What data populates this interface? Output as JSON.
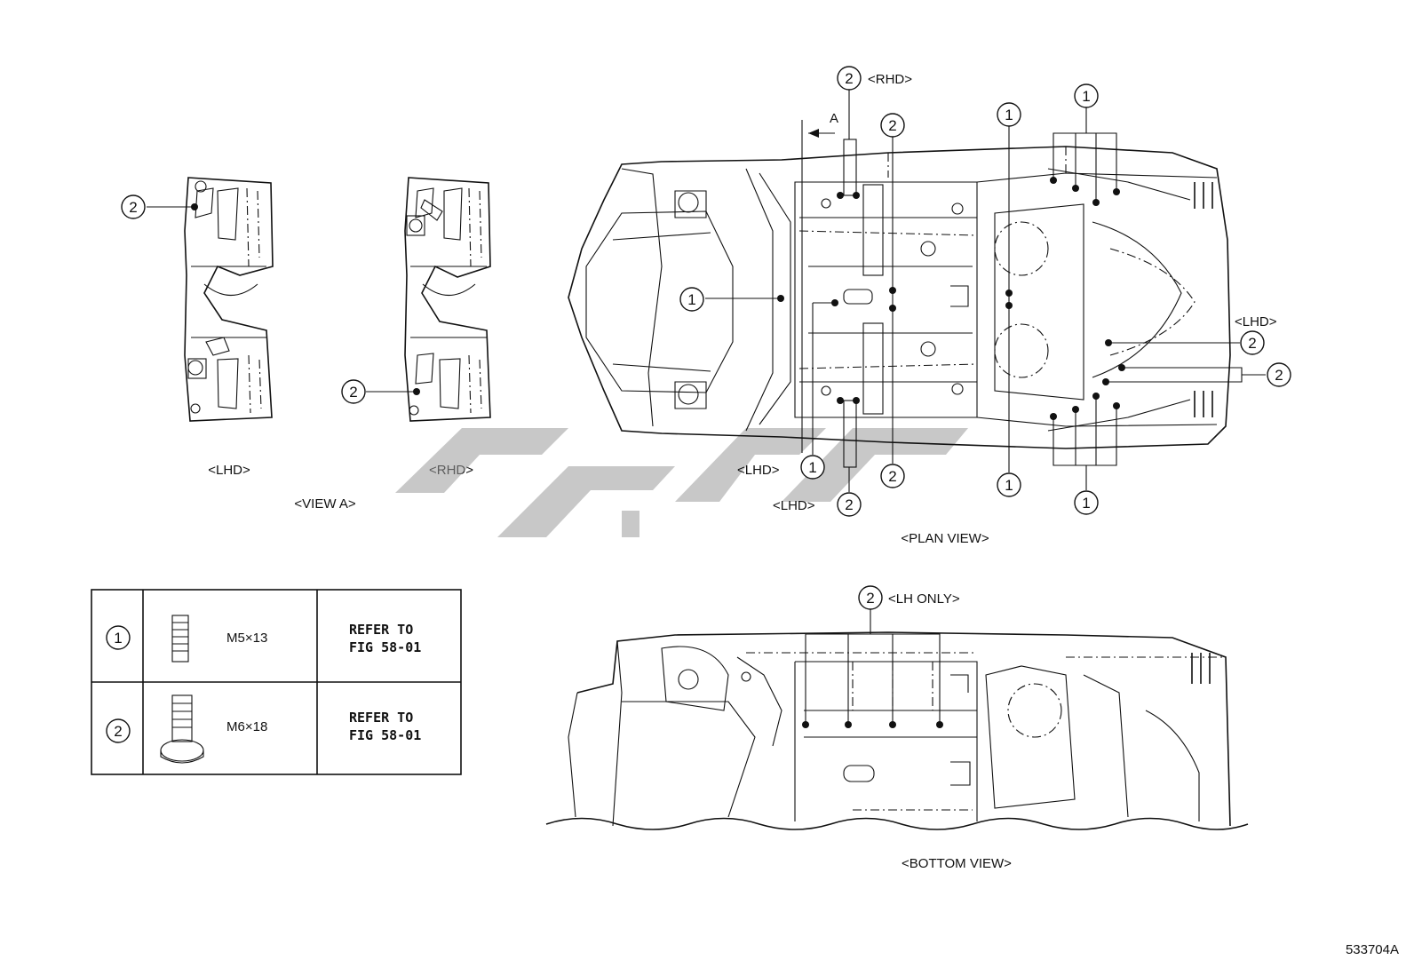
{
  "view_labels": {
    "view_a_lhd": "<LHD>",
    "view_a_rhd": "<RHD>",
    "view_a": "<VIEW A>",
    "plan_view": "<PLAN VIEW>",
    "bottom_view": "<BOTTOM VIEW>",
    "rhd_top": "<RHD>",
    "lhd_right": "<LHD>",
    "lhd_bottom_1": "<LHD>",
    "lhd_bottom_2": "<LHD>",
    "lh_only": "<LH ONLY>",
    "arrow_a": "A"
  },
  "callouts": {
    "one": "1",
    "two": "2"
  },
  "parts_table": {
    "rows": [
      {
        "ref": "1",
        "size": "M5×13",
        "note_line1": "REFER TO",
        "note_line2": "FIG 58-01"
      },
      {
        "ref": "2",
        "size": "M6×18",
        "note_line1": "REFER TO",
        "note_line2": "FIG 58-01"
      }
    ]
  },
  "figure_code": "533704A",
  "colors": {
    "ink": "#111111",
    "watermark": "#9a9a9a",
    "background": "#ffffff"
  }
}
